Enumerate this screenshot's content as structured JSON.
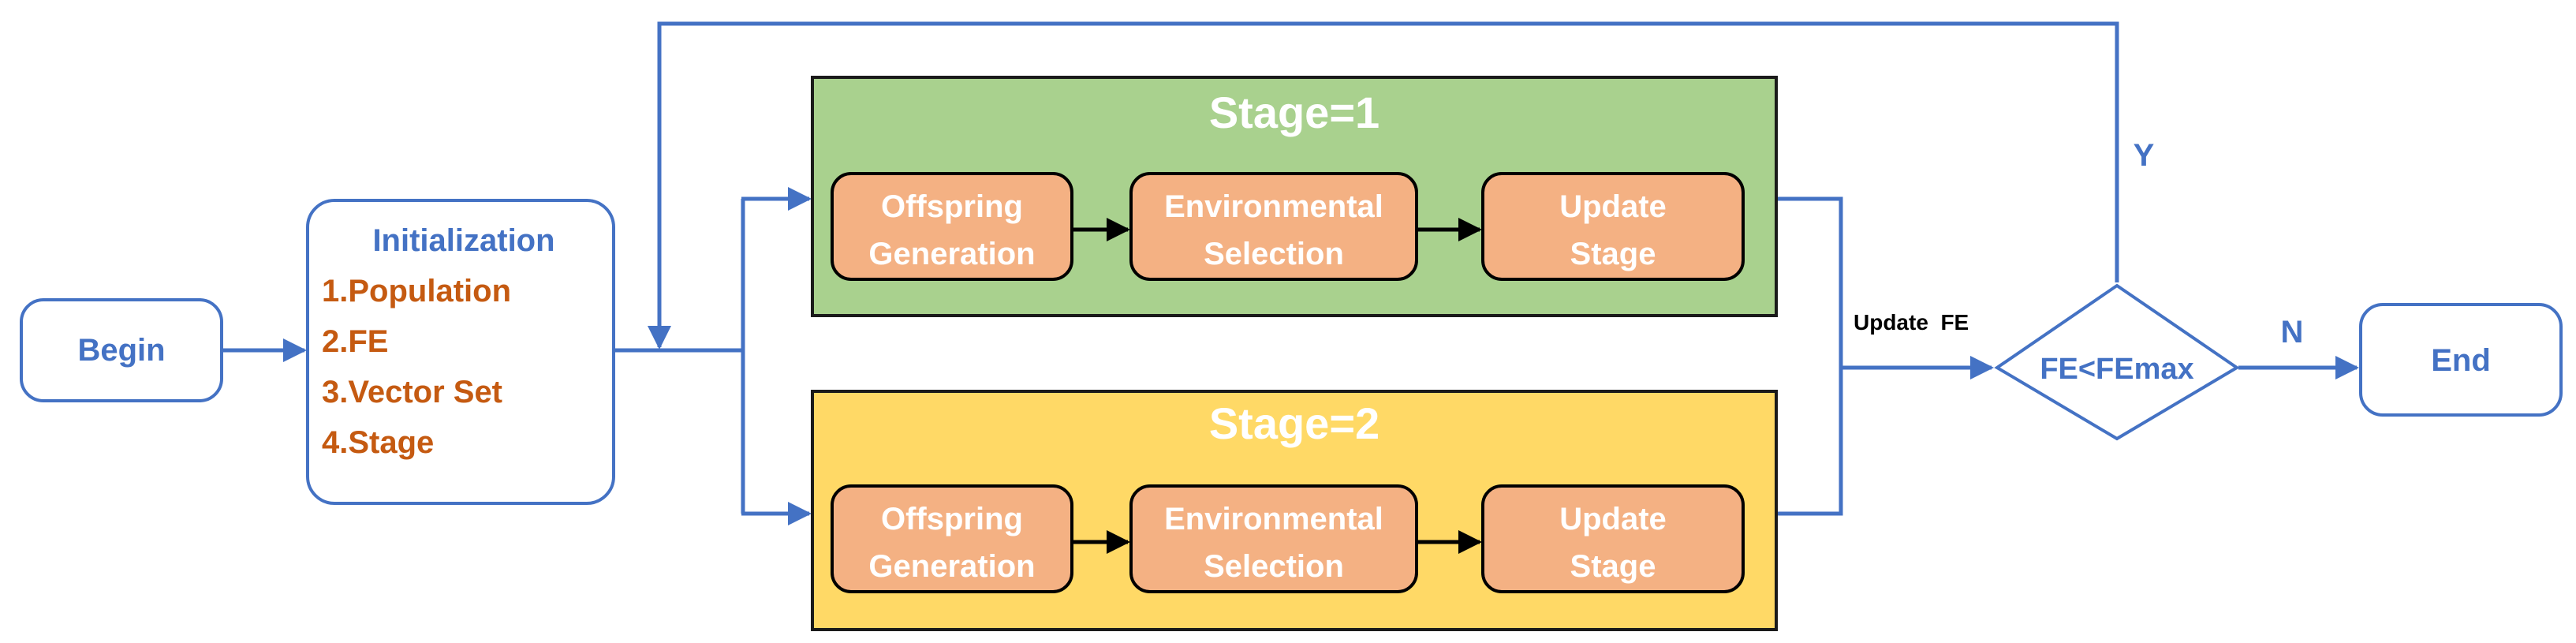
{
  "colors": {
    "blue": "#4472C4",
    "orange_text": "#C55A11",
    "stage1_fill": "#A9D18E",
    "stage2_fill": "#FFD966",
    "process_fill": "#F4B183",
    "white": "#FFFFFF"
  },
  "nodes": {
    "begin": "Begin",
    "end": "End",
    "init_title": "Initialization",
    "init_items": [
      "1.Population",
      "2.FE",
      "3.Vector Set",
      "4.Stage"
    ],
    "decision": "FE<FEmax"
  },
  "stages": [
    {
      "title": "Stage=1",
      "steps": [
        [
          "Offspring",
          "Generation"
        ],
        [
          "Environmental",
          "Selection"
        ],
        [
          "Update",
          "Stage"
        ]
      ]
    },
    {
      "title": "Stage=2",
      "steps": [
        [
          "Offspring",
          "Generation"
        ],
        [
          "Environmental",
          "Selection"
        ],
        [
          "Update",
          "Stage"
        ]
      ]
    }
  ],
  "labels": {
    "update_fe": "Update  FE",
    "yes": "Y",
    "no": "N"
  }
}
